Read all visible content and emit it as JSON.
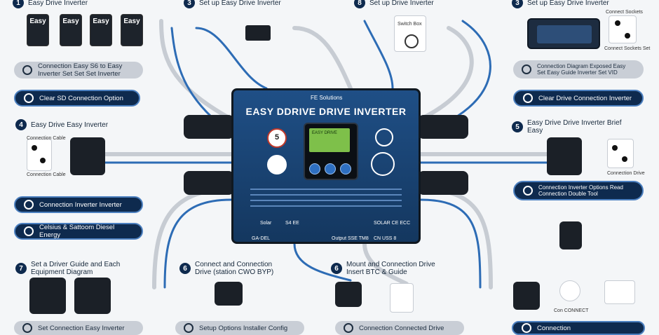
{
  "steps": {
    "s1": {
      "num": "1",
      "text": "Easy Drive Inverter"
    },
    "s3a": {
      "num": "3",
      "text": "Set up Easy Drive Inverter"
    },
    "s8a": {
      "num": "8",
      "text": "Set up Drive Inverter"
    },
    "s3b": {
      "num": "3",
      "text": "Set up Easy Drive Inverter"
    },
    "s4": {
      "num": "4",
      "text": "Easy Drive Easy Inverter"
    },
    "s5": {
      "num": "5",
      "text": "Easy Drive Drive Inverter Brief Easy"
    },
    "s7": {
      "num": "7",
      "text": "Set a Driver Guide and Each Equipment Diagram"
    },
    "s6a": {
      "num": "6",
      "text": "Connect and Connection Drive (station CWO BYP)"
    },
    "s6b": {
      "num": "6",
      "text": "Mount and Connection Drive Insert BTC & Guide"
    }
  },
  "pills": {
    "p1": "Connection Easy S6 to Easy Inverter Set Set Set Inverter",
    "p2": "Clear SD Connection Option",
    "p3": "Connection Inverter Inverter",
    "p4": "Celsius & Sattoom Diesel Energy",
    "p5": "Connection Diagram Exposed Easy Set Easy Guide Inverter Set VID",
    "p6": "Clear Drive Connection Inverter",
    "p7": "Connection Inverter Options Read Connection Double Tool",
    "p8": "Set Connection Easy Inverter",
    "p9": "Setup Options Installer Config",
    "p10": "Connection Connected Drive",
    "p11": "Connection"
  },
  "plugs": [
    "Easy",
    "Easy",
    "Easy",
    "Easy"
  ],
  "inverter": {
    "brand": "FE Solutions",
    "title": "EASY DDRIVE DRIVE  INVERTER",
    "knob_label": "5",
    "lcd_text": "EASY DRIVE",
    "bottom_left": "Solar",
    "bottom_model": "GA-DEL",
    "bottom_mid": "S4 EE",
    "bottom_right": "SOLAR CE ECC",
    "bottom_right2": "Output SSE TM8",
    "bottom_right3": "CN USS 8"
  },
  "device_labels": {
    "left_top": "Connection Cable",
    "left_bot": "Connection Cable",
    "right_top": "Connect Sockets",
    "right_top2": "Connect Sockets Set",
    "right_mid": "Connection Drive",
    "right_bottom": "Con CONNECT",
    "top_box": "Switch Box"
  }
}
